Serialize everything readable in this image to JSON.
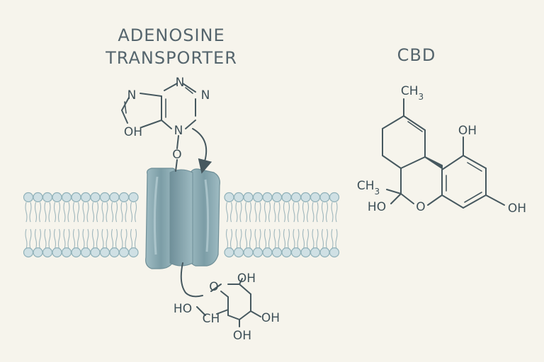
{
  "diagram": {
    "left_title_line1": "ADENOSINE",
    "left_title_line2": "TRANSPORTER",
    "right_title": "CBD"
  },
  "adenine": {
    "n1": "N",
    "n3": "N",
    "n7": "N",
    "n9": "N",
    "oh": "OH",
    "o": "O"
  },
  "sugar": {
    "o_ring": "O",
    "oh_top": "OH",
    "oh_right": "OH",
    "oh_bottom": "OH",
    "ho": "HO",
    "ch": "CH"
  },
  "cbd": {
    "ch3_top": "CH3",
    "ch3_left": "CH3",
    "oh_top": "OH",
    "oh_right": "OH",
    "ho": "HO",
    "o": "O"
  },
  "colors": {
    "background": "#f6f4ec",
    "membrane_head": "#cfe0e4",
    "transporter": "#7f9ea6",
    "ink": "#46585f"
  }
}
